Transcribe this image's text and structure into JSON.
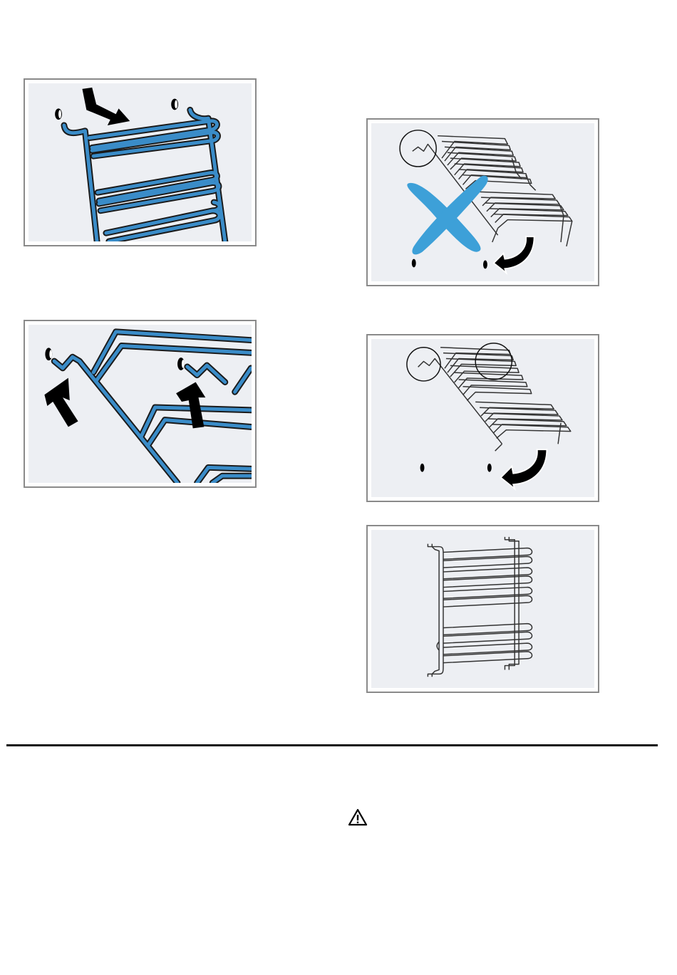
{
  "figures": [
    {
      "id": "fig-1",
      "illustration": "insert-rack-hook-blue",
      "arrow_icon": "arrow-down-right-icon"
    },
    {
      "id": "fig-2",
      "illustration": "lift-rack-blue",
      "arrow_icon": "arrow-up-icon"
    },
    {
      "id": "fig-3",
      "illustration": "incorrect-rack-rotation",
      "mark_icon": "cross-icon",
      "arrow_icon": "curved-arrow-icon"
    },
    {
      "id": "fig-4",
      "illustration": "correct-rack-rotation",
      "arrow_icon": "curved-arrow-icon"
    },
    {
      "id": "fig-5",
      "illustration": "rack-front-view"
    }
  ],
  "warning": {
    "icon": "warning-triangle-icon"
  },
  "colors": {
    "rack_blue": "#3a8cc8",
    "cross_blue": "#3da0d8",
    "panel_bg": "#edeff3",
    "frame": "#8a8a8a",
    "rule": "#111111"
  }
}
